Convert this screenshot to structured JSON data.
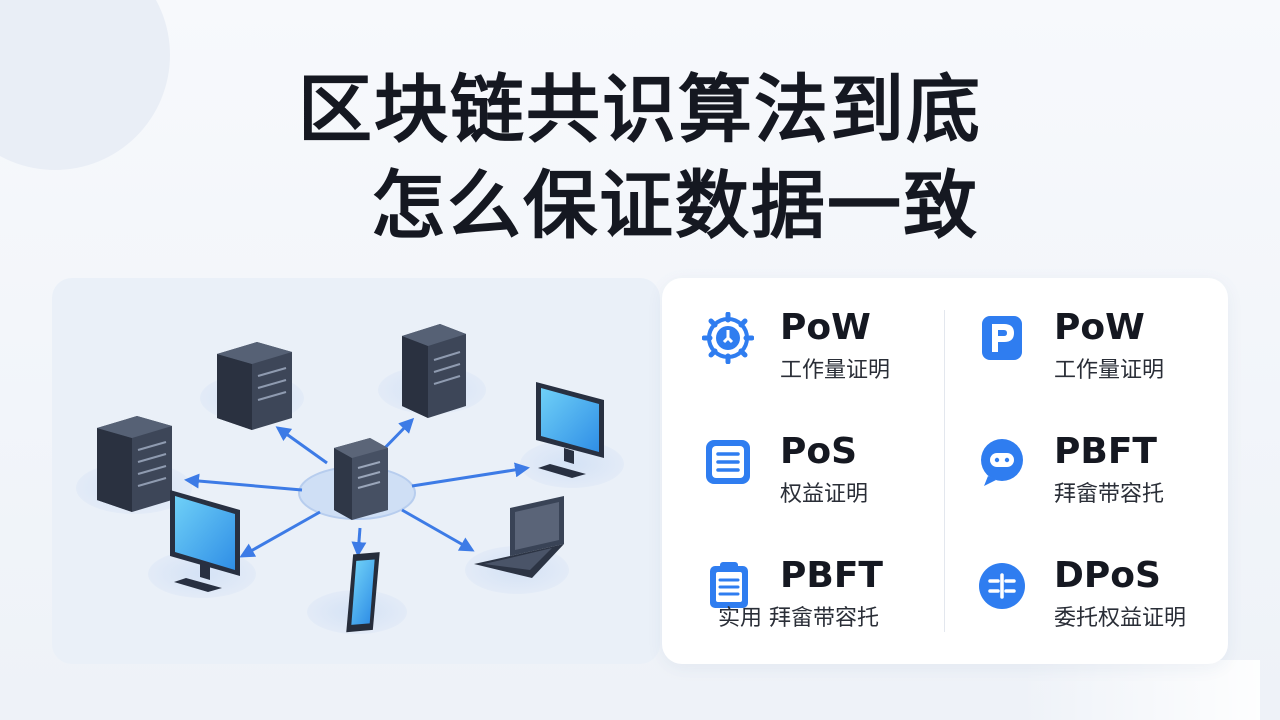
{
  "title": {
    "line1": "区块链共识算法到底",
    "line2": "怎么保证数据一致"
  },
  "icons": {
    "network_illustration": "p2p-network-illustration",
    "colors": {
      "accent": "#2f7df0",
      "server": "#394356",
      "screen": "#4fb7f2"
    }
  },
  "algorithms": [
    {
      "name": "PoW",
      "desc": "工作量证明",
      "icon": "gear-icon"
    },
    {
      "name": "PoW",
      "desc": "工作量证明",
      "icon": "p-logo-icon"
    },
    {
      "name": "PoS",
      "desc": "权益证明",
      "icon": "document-icon"
    },
    {
      "name": "PBFT",
      "desc": "拜畲带容托",
      "icon": "chat-bubble-icon"
    },
    {
      "name": "PBFT",
      "desc": "实用 拜畲带容托",
      "icon": "clipboard-icon"
    },
    {
      "name": "DPoS",
      "desc": "委托权益证明",
      "icon": "split-circle-icon"
    }
  ]
}
